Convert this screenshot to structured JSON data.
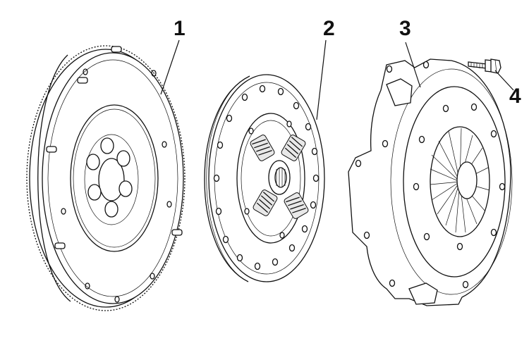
{
  "callouts": {
    "flywheel": "1",
    "clutch_disc": "2",
    "pressure_plate": "3",
    "bolt": "4"
  }
}
